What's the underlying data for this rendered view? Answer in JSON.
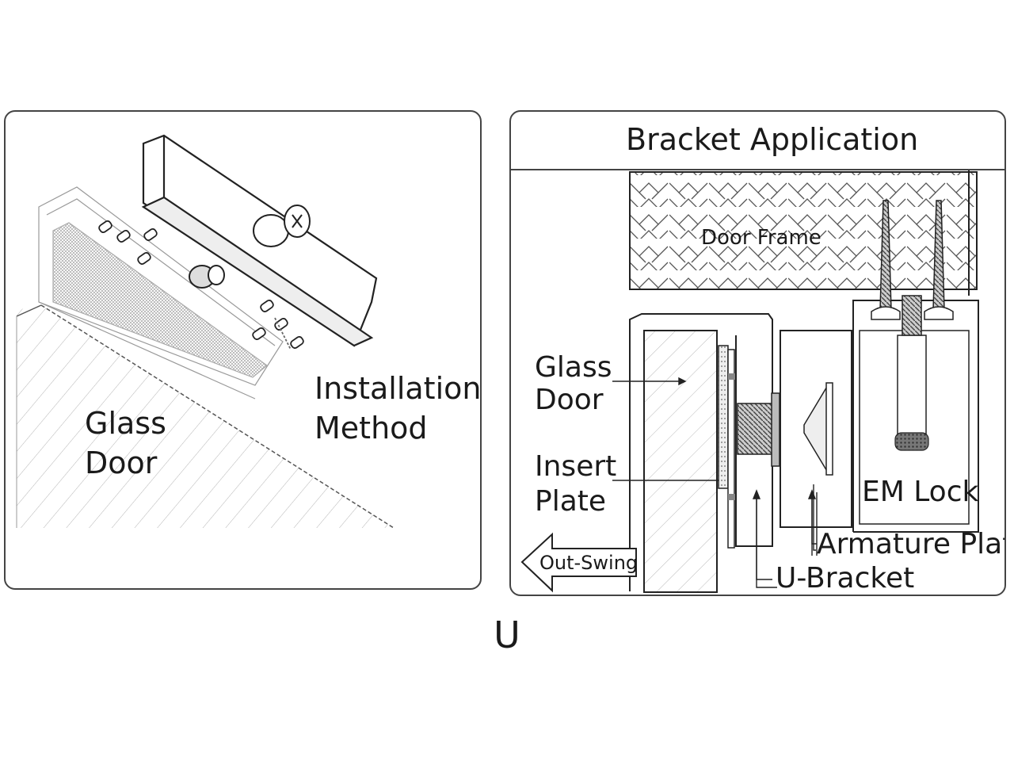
{
  "left_panel": {
    "glass_door_line1": "Glass",
    "glass_door_line2": "Door",
    "installation_line1": "Installation",
    "installation_line2": "Method"
  },
  "right_panel": {
    "title": "Bracket Application",
    "door_frame": "Door Frame",
    "glass_door_line1": "Glass",
    "glass_door_line2": "Door",
    "insert_plate_line1": "Insert",
    "insert_plate_line2": "Plate",
    "em_lock": "EM Lock",
    "armature_plate": "Armature Plate",
    "u_bracket": "U-Bracket",
    "out_swing": "Out-Swing"
  },
  "caption": "U"
}
